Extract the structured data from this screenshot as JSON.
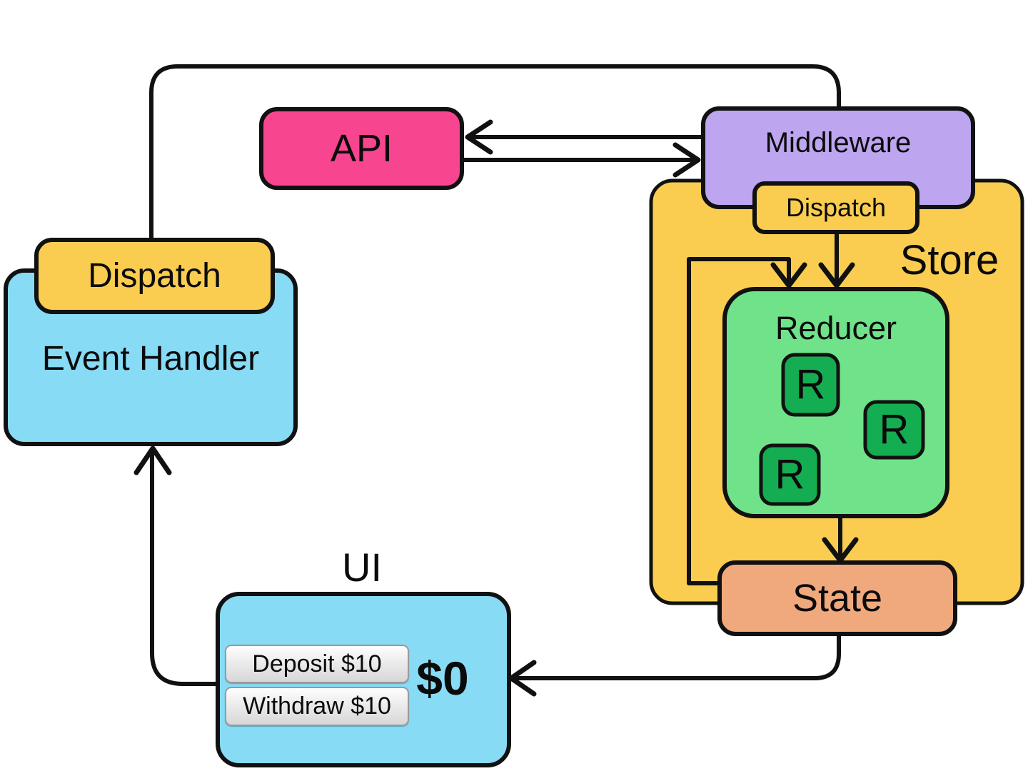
{
  "diagram": {
    "nodes": {
      "api": {
        "label": "API",
        "color": "#F7458F"
      },
      "middleware": {
        "label": "Middleware",
        "color": "#BDA5EF"
      },
      "store": {
        "label": "Store",
        "color": "#FACD51"
      },
      "store_dispatch": {
        "label": "Dispatch",
        "color": "#FACD51"
      },
      "reducer": {
        "label": "Reducer",
        "color": "#70E28A"
      },
      "reducer_items": [
        {
          "label": "R",
          "color": "#15AD51"
        },
        {
          "label": "R",
          "color": "#15AD51"
        },
        {
          "label": "R",
          "color": "#15AD51"
        }
      ],
      "state": {
        "label": "State",
        "color": "#F0A87D"
      },
      "event_handler": {
        "label": "Event Handler",
        "color": "#87DBF5"
      },
      "handler_dispatch": {
        "label": "Dispatch",
        "color": "#FACD51"
      },
      "ui": {
        "label": "UI",
        "color": "#87DBF5",
        "balance": "$0",
        "buttons": [
          {
            "label": "Deposit $10"
          },
          {
            "label": "Withdraw $10"
          }
        ]
      }
    },
    "line_color": "#111111"
  }
}
